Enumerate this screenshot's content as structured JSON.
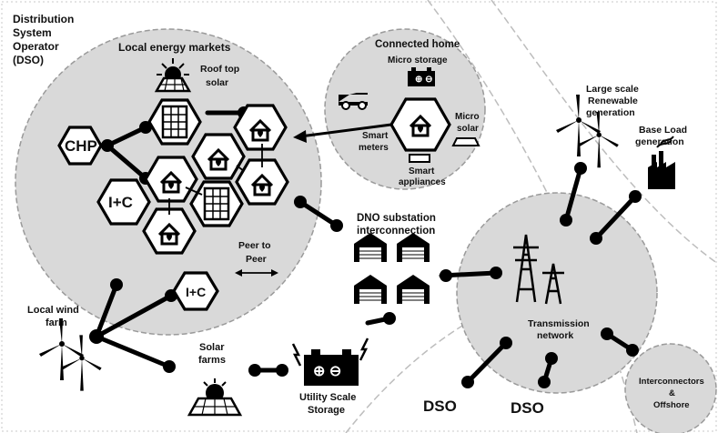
{
  "labels": {
    "dso_title": [
      "Distribution",
      "System",
      "Operator",
      "(DSO)"
    ],
    "local_markets": "Local energy markets",
    "roof_top_solar": [
      "Roof top",
      "solar"
    ],
    "chp": "CHP",
    "ic_main": "I+C",
    "ic_small": "I+C",
    "peer_to_peer": [
      "Peer to",
      "Peer"
    ],
    "connected_home": "Connected home",
    "micro_storage": "Micro storage",
    "micro_solar": [
      "Micro",
      "solar"
    ],
    "smart_meters": [
      "Smart",
      "meters"
    ],
    "smart_appliances": [
      "Smart",
      "appliances"
    ],
    "large_scale": [
      "Large scale",
      "Renewable",
      "generation"
    ],
    "base_load": [
      "Base Load",
      "generation"
    ],
    "dno": [
      "DNO substation",
      "interconnection"
    ],
    "local_wind": [
      "Local wind",
      "farm"
    ],
    "solar_farms": [
      "Solar",
      "farms"
    ],
    "utility_storage": [
      "Utility Scale",
      "Storage"
    ],
    "transmission": [
      "Transmission",
      "network"
    ],
    "interconnectors": [
      "Interconnectors",
      "&",
      "Offshore"
    ],
    "dso_1": "DSO",
    "dso_2": "DSO"
  },
  "colors": {
    "region": "#d9d9d9",
    "line": "#000000",
    "dashed": "#b5b5b5"
  }
}
